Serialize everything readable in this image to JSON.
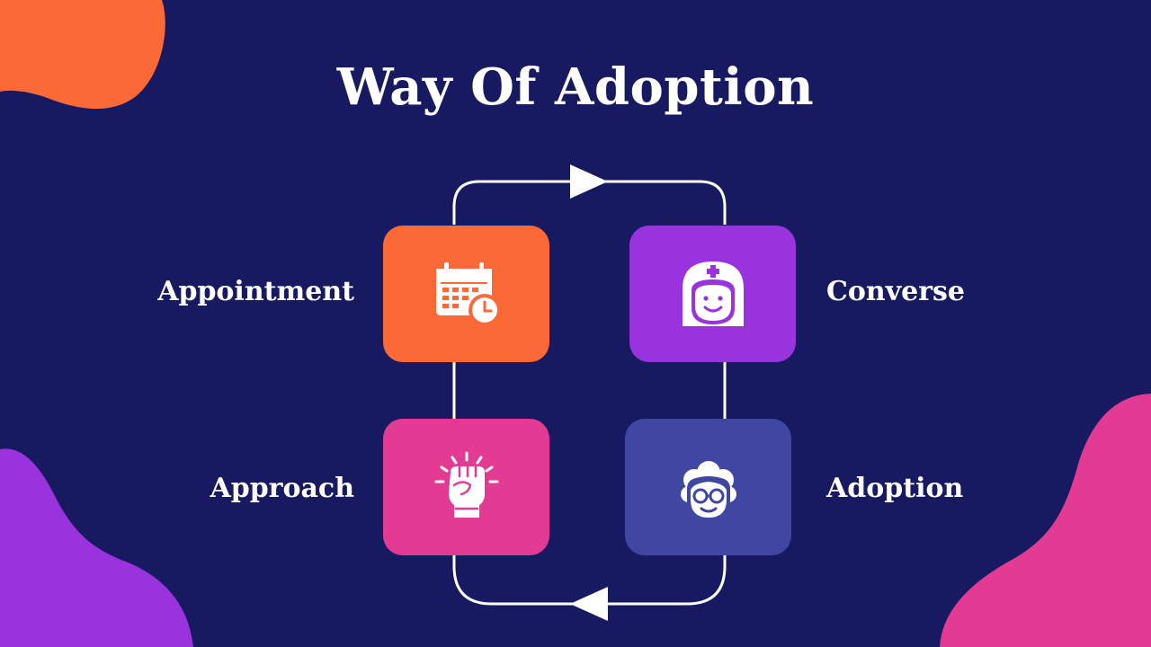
{
  "slide": {
    "title": "Way Of Adoption"
  },
  "colors": {
    "background": "#171a61",
    "appointment": "#fb6937",
    "converse": "#9933dd",
    "approach": "#e33b94",
    "adoption": "#3f47a3",
    "blob_orange": "#fb6937",
    "blob_purple": "#9933dd",
    "blob_pink": "#e33b94"
  },
  "steps": [
    {
      "label": "Appointment",
      "icon": "calendar-clock-icon"
    },
    {
      "label": "Converse",
      "icon": "nurse-icon"
    },
    {
      "label": "Adoption",
      "icon": "grandmother-icon"
    },
    {
      "label": "Approach",
      "icon": "fist-icon"
    }
  ]
}
